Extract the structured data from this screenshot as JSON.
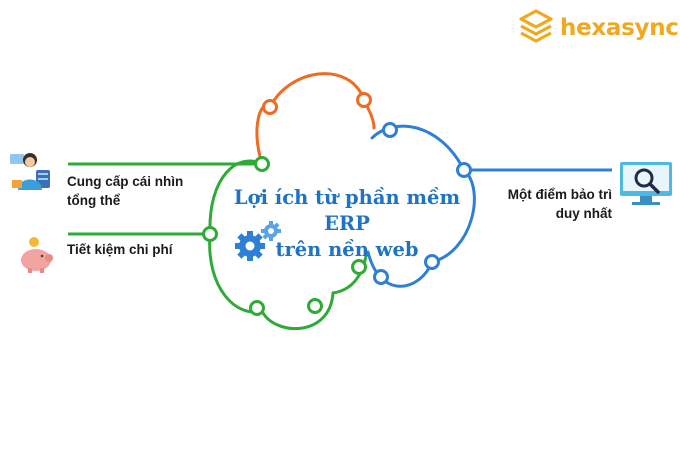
{
  "brand": {
    "name": "hexasync",
    "color": "#f2a81d",
    "icon": "hexagon-stack-logo-icon"
  },
  "center": {
    "line1": "Lợi ích từ phần mềm ERP",
    "line2": "trên nền web",
    "icon": "gears-icon",
    "color": "#1f73c4"
  },
  "benefits": [
    {
      "line1": "Cung cấp cái nhìn",
      "line2": "tổng thể",
      "icon": "person-with-screen-icon",
      "line_color": "#2eab37"
    },
    {
      "line1": "Tiết kiệm chi phí",
      "icon": "piggy-bank-icon",
      "line_color": "#2eab37"
    },
    {
      "line1": "Một điểm bảo trì",
      "line2": "duy nhất",
      "icon": "monitor-magnifier-icon",
      "line_color": "#2e7fd6"
    }
  ],
  "colors": {
    "green": "#2eab37",
    "orange": "#ee6b21",
    "blue": "#2e7fd6"
  }
}
